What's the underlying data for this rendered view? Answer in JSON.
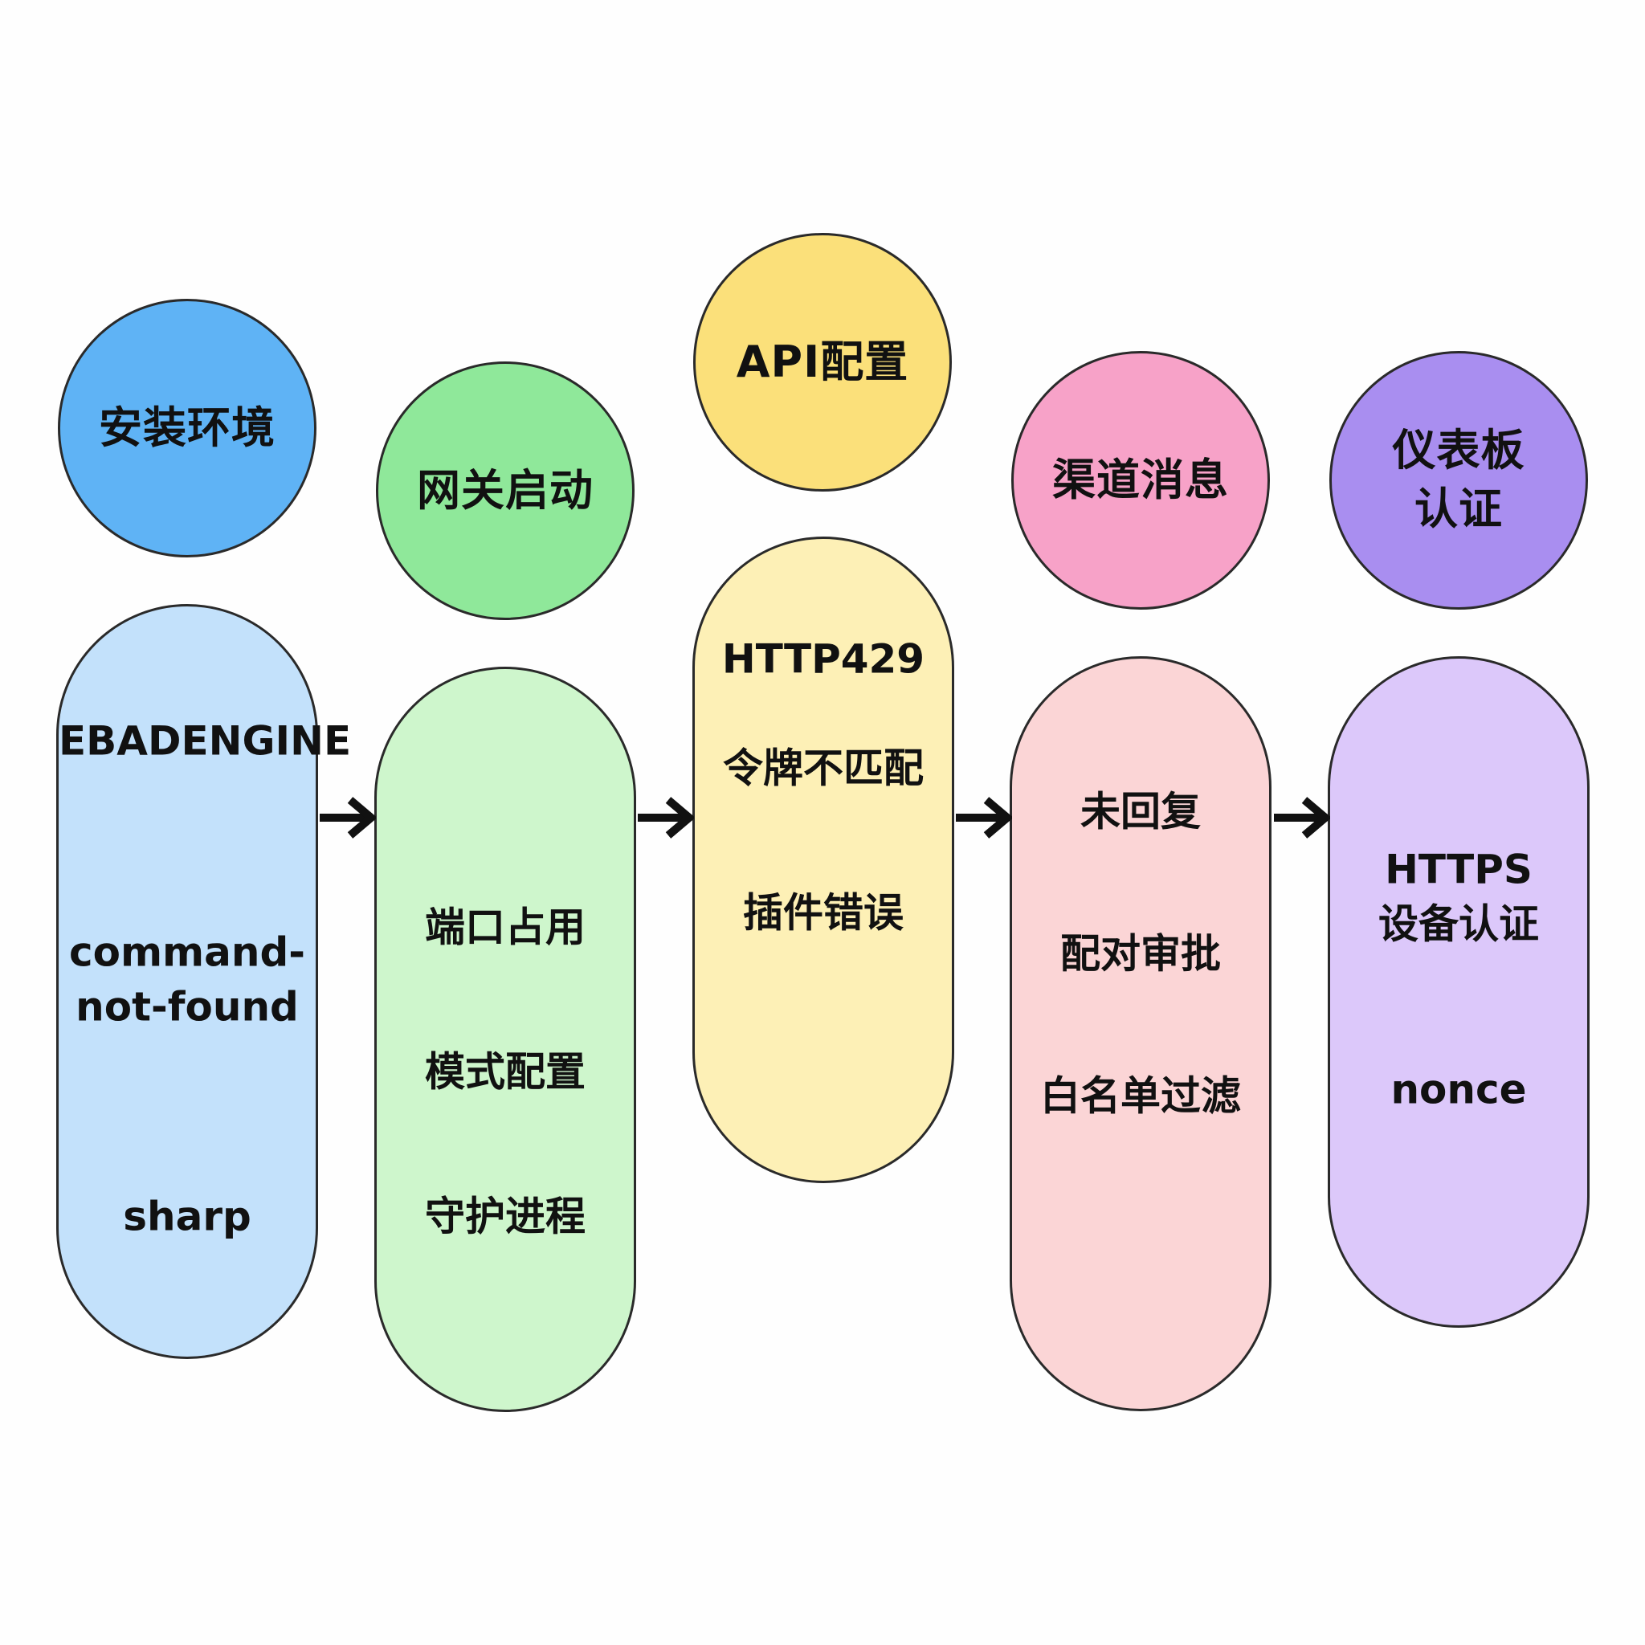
{
  "steps": [
    {
      "title": "安装环境",
      "color": "#5fb3f5",
      "card_color": "#c3e1fb",
      "items": [
        "EBADENGINE",
        "command-\nnot-found",
        "sharp"
      ]
    },
    {
      "title": "网关启动",
      "color": "#8fe89a",
      "card_color": "#cef6cc",
      "items": [
        "端口占用",
        "模式配置",
        "守护进程"
      ]
    },
    {
      "title": "API配置",
      "color": "#fbe07a",
      "card_color": "#fdf0b6",
      "items": [
        "HTTP429",
        "令牌不匹配",
        "插件错误"
      ]
    },
    {
      "title": "渠道消息",
      "color": "#f7a2c8",
      "card_color": "#fbd5d6",
      "items": [
        "未回复",
        "配对审批",
        "白名单过滤"
      ]
    },
    {
      "title": "仪表板\n认证",
      "color": "#a98ef0",
      "card_color": "#dcc8fa",
      "items": [
        "HTTPS\n设备认证",
        "nonce"
      ]
    }
  ]
}
